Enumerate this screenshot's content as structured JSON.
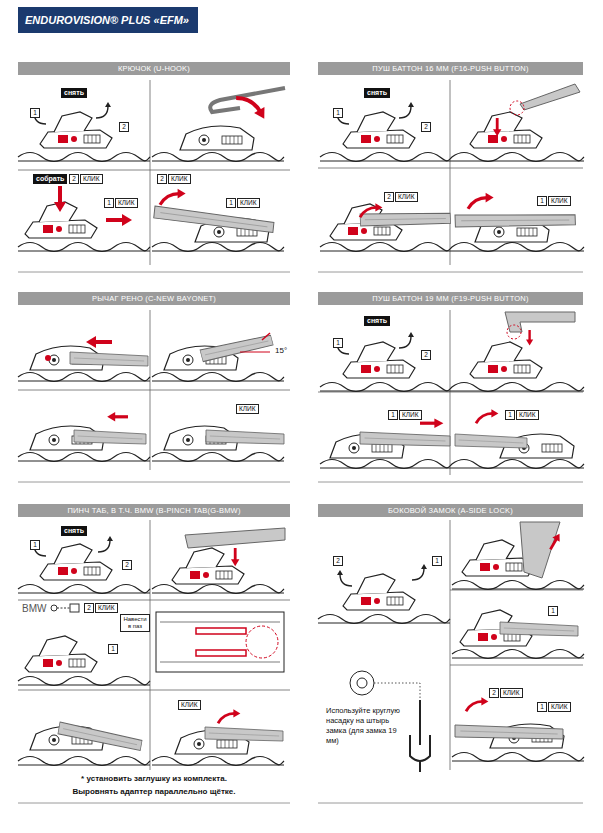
{
  "diagram": {
    "title": "ENDUROVISION® PLUS «EFM»",
    "nodes": [
      {
        "text": [
          "КРЮЧОК (U-HOOK)"
        ]
      },
      {
        "text": [
          "снять"
        ]
      },
      {
        "text": [
          "собрать"
        ]
      },
      {
        "text": [
          "ПУШ БАТТОН 16 ММ (F16-PUSH BUTTON)"
        ]
      },
      {
        "text": [
          "снять"
        ]
      },
      {
        "text": [
          "РЫЧАГ РЕНО (C-NEW BAYONET)"
        ]
      },
      {
        "text": [
          "ПУШ БАТТОН 19 ММ (F19-PUSH BUTTON)"
        ]
      },
      {
        "text": [
          "снять"
        ]
      },
      {
        "text": [
          "ПИНЧ ТАБ, В Т.Ч. BMW (B-PINCH TAB(G-BMW)"
        ]
      },
      {
        "text": [
          "снять"
        ]
      },
      {
        "text": [
          "Навести в паз"
        ]
      },
      {
        "text": [
          "БОКОВОЙ ЗАМОК (A-SIDE LOCK)"
        ]
      }
    ],
    "labels": [
      "1",
      "2",
      "2",
      "КЛИК",
      "1",
      "КЛИК",
      "2",
      "КЛИК",
      "1",
      "КЛИК",
      "1",
      "2",
      "2",
      "КЛИК",
      "1",
      "КЛИК",
      "15°",
      "КЛИК",
      "1",
      "2",
      "1",
      "КЛИК",
      "1",
      "КЛИК",
      "1",
      "2",
      "BMW",
      "2",
      "КЛИК",
      "1",
      "КЛИК",
      "* установить заглушку из комплекта.",
      "Выровнять адаптер параллельно щётке.",
      "2",
      "1",
      "1",
      "Используйте круглую насадку на штырь замка (для замка 19 мм)",
      "2",
      "КЛИК",
      "1",
      "КЛИК"
    ]
  }
}
